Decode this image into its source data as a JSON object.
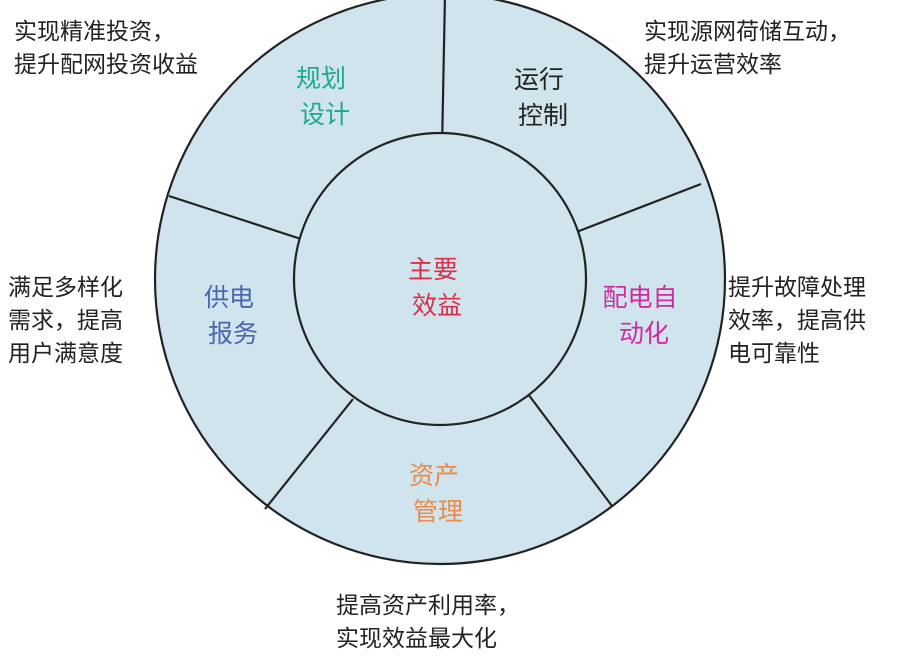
{
  "colors": {
    "ring_fill": "#cfe4ec",
    "outline": "#222222",
    "note_text": "#222222"
  },
  "center": {
    "lines": [
      "主要",
      "效益"
    ],
    "color": "#d8304a"
  },
  "segments": [
    {
      "id": "planning",
      "lines": [
        "规划",
        "设计"
      ],
      "color": "#1fa88a"
    },
    {
      "id": "operation",
      "lines": [
        "运行",
        "控制"
      ],
      "color": "#222222"
    },
    {
      "id": "automation",
      "lines": [
        "配电自",
        "动化"
      ],
      "color": "#d02a9c"
    },
    {
      "id": "asset",
      "lines": [
        "资产",
        "管理"
      ],
      "color": "#ec8a4a"
    },
    {
      "id": "service",
      "lines": [
        "供电",
        "报务"
      ],
      "color": "#4a66b0"
    }
  ],
  "notes": {
    "top_left": [
      "实现精准投资，",
      "提升配网投资收益"
    ],
    "top_right": [
      "实现源网荷储互动，",
      "提升运营效率"
    ],
    "middle_right": [
      "提升故障处理",
      "效率，提高供",
      "电可靠性"
    ],
    "middle_left": [
      "满足多样化",
      "需求，提高",
      "用户满意度"
    ],
    "bottom": [
      "提高资产利用率，",
      "实现效益最大化"
    ]
  }
}
